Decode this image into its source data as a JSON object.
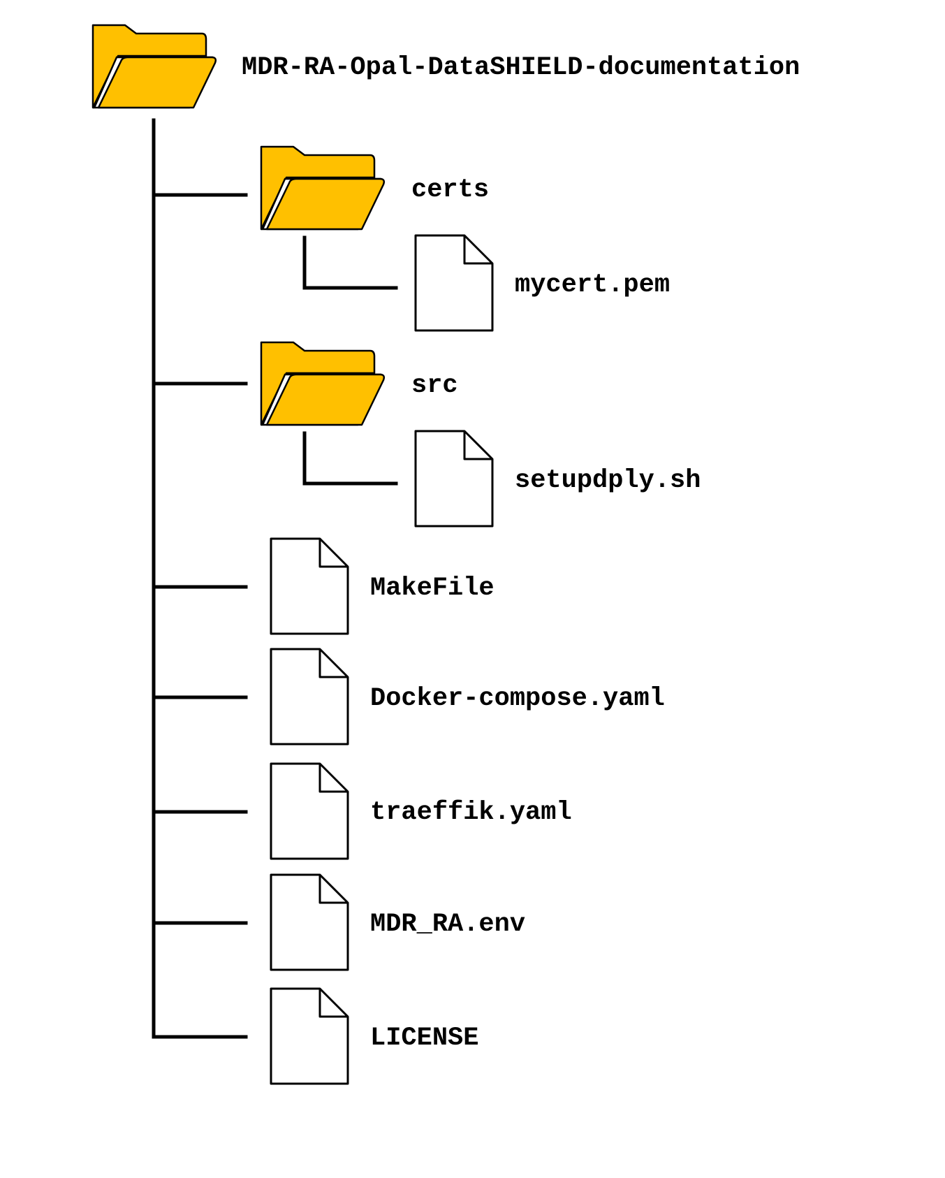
{
  "root": {
    "name": "MDR-RA-Opal-DataSHIELD-documentation",
    "icon": "folder-open-icon"
  },
  "children": [
    {
      "name": "certs",
      "icon": "folder-open-icon",
      "children": [
        {
          "name": "mycert.pem",
          "icon": "file-icon"
        }
      ]
    },
    {
      "name": "src",
      "icon": "folder-open-icon",
      "children": [
        {
          "name": "setupdply.sh",
          "icon": "file-icon"
        }
      ]
    },
    {
      "name": "MakeFile",
      "icon": "file-icon"
    },
    {
      "name": "Docker-compose.yaml",
      "icon": "file-icon"
    },
    {
      "name": "traeffik.yaml",
      "icon": "file-icon"
    },
    {
      "name": "MDR_RA.env",
      "icon": "file-icon"
    },
    {
      "name": "LICENSE",
      "icon": "file-icon"
    }
  ],
  "colors": {
    "folder": "#FFC000",
    "line": "#000000",
    "file": "#FFFFFF"
  }
}
